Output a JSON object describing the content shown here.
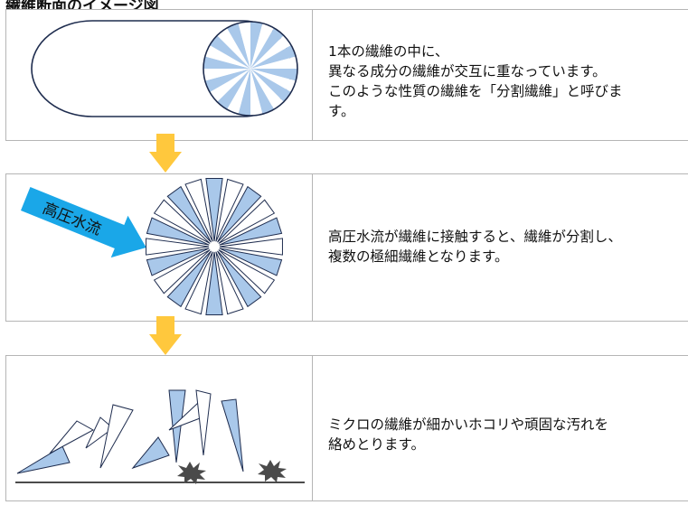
{
  "heading": "繊維断面のイメージ図",
  "steps": [
    {
      "lines": [
        "1本の繊維の中に、",
        "異なる成分の繊維が交互に重なっています。",
        "このような性質の繊維を「分割繊維」と呼びま",
        "す。"
      ]
    },
    {
      "arrow_label": "高圧水流",
      "lines": [
        "高圧水流が繊維に接触すると、繊維が分割し、",
        "複数の極細繊維となります。"
      ]
    },
    {
      "lines": [
        "ミクロの繊維が細かいホコリや頑固な汚れを",
        "絡めとります。"
      ]
    }
  ],
  "colors": {
    "fiber_blue": "#a9c8ea",
    "outline": "#1f2d4f",
    "arrow_yellow": "#ffc83d",
    "water_arrow": "#1aa7e8",
    "dirt": "#4a4a4a",
    "border": "#b5b5b5"
  }
}
